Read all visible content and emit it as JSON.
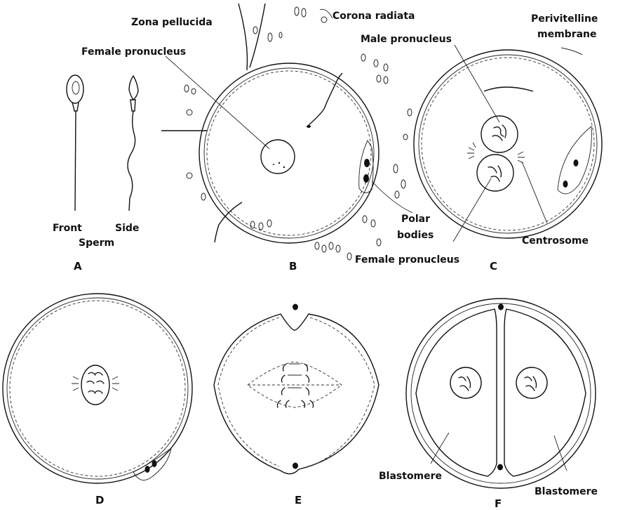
{
  "panels": [
    {
      "letter": "A"
    },
    {
      "letter": "B"
    },
    {
      "letter": "C"
    },
    {
      "letter": "D"
    },
    {
      "letter": "E"
    },
    {
      "letter": "F"
    }
  ],
  "labels": {
    "front": "Front",
    "side": "Side",
    "sperm": "Sperm",
    "zona_pellucida": "Zona pellucida",
    "corona_radiata": "Corona radiata",
    "female_pronucleus_b": "Female pronucleus",
    "polar_bodies_line1": "Polar",
    "polar_bodies_line2": "bodies",
    "male_pronucleus": "Male pronucleus",
    "perivitelline_line1": "Perivitelline",
    "perivitelline_line2": "membrane",
    "centrosome": "Centrosome",
    "female_pronucleus_c": "Female pronucleus",
    "blastomere_left": "Blastomere",
    "blastomere_right": "Blastomere"
  }
}
